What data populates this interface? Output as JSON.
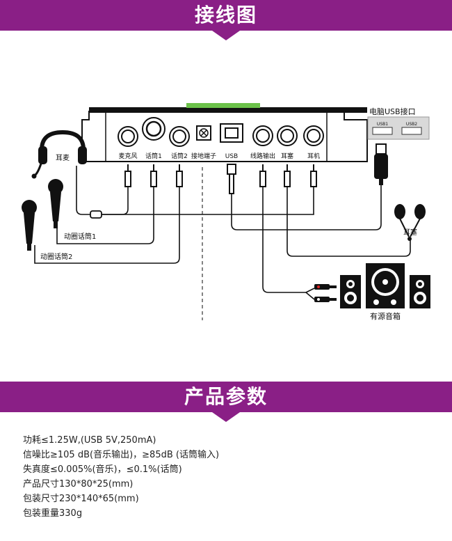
{
  "sections": {
    "wiring_title": "接线图",
    "params_title": "产品参数"
  },
  "device_ports": [
    "麦克风",
    "话筒1",
    "话筒2",
    "接地端子",
    "USB",
    "线路输出",
    "耳塞",
    "耳机"
  ],
  "diagram_labels": {
    "computer_usb": "电脑USB接口",
    "usb1": "USB1",
    "usb2": "USB2",
    "headset": "耳麦",
    "mic1": "动圈话筒1",
    "mic2": "动圈话筒2",
    "earbuds": "耳塞",
    "speakers": "有源音箱"
  },
  "specs": [
    "功耗≤1.25W,(USB 5V,250mA)",
    "信噪比≥105 dB(音乐输出)，≥85dB (话筒输入)",
    "失真度≤0.005%(音乐)，≤0.1%(话筒)",
    "产品尺寸130*80*25(mm)",
    "包装尺寸230*140*65(mm)",
    "包装重量330g"
  ],
  "colors": {
    "banner": "#8a1f86",
    "device_body": "#ffffff",
    "device_outline": "#111111",
    "device_top_bar": "#111111",
    "device_green_stripe": "#6cc24a",
    "usb_panel": "#d9d9d9"
  }
}
